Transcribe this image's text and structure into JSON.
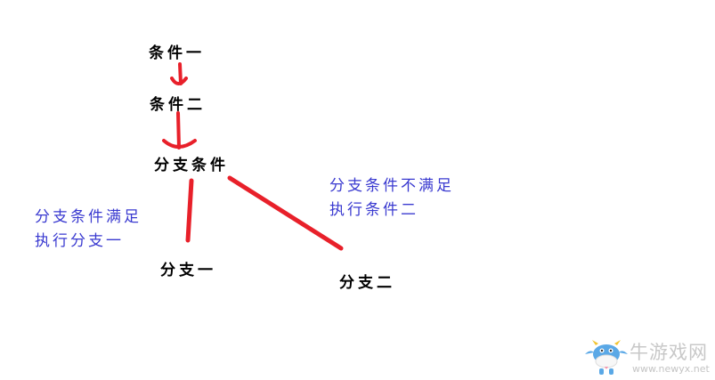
{
  "nodes": {
    "cond1": "条件一",
    "cond2": "条件二",
    "branch_cond": "分支条件",
    "branch1": "分支一",
    "branch2": "分支二"
  },
  "notes": {
    "left_line1": "分支条件满足",
    "left_line2": "执行分支一",
    "right_line1": "分支条件不满足",
    "right_line2": "执行条件二"
  },
  "colors": {
    "arrow": "#e8202a",
    "node_text": "#000000",
    "note_text": "#3a3ad0"
  },
  "watermark": {
    "title": "牛游戏网",
    "url": "www.newyx.net"
  }
}
